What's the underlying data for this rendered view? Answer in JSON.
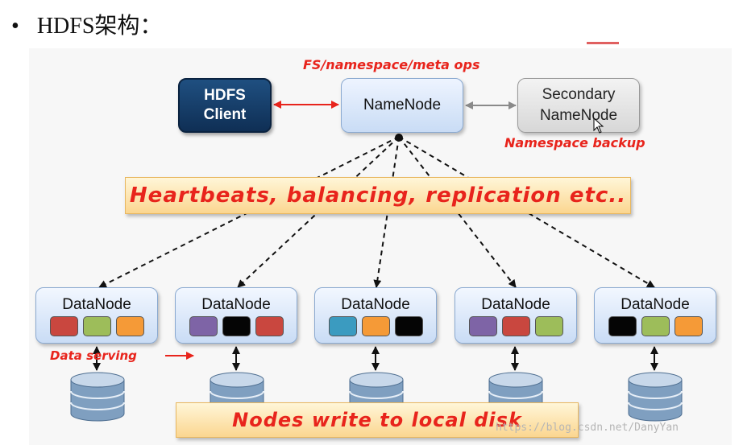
{
  "heading": {
    "bullet": "•",
    "title": "HDFS架构："
  },
  "nodes": {
    "client": [
      "HDFS",
      "Client"
    ],
    "namenode": "NameNode",
    "secondary": [
      "Secondary",
      "NameNode"
    ]
  },
  "annotations": {
    "fs_ops": "FS/namespace/meta ops",
    "namespace_backup": "Namespace backup",
    "data_serving": "Data serving"
  },
  "banners": {
    "heartbeats": "Heartbeats, balancing, replication etc..",
    "write": "Nodes write to local disk"
  },
  "datanodes": [
    {
      "label": "DataNode",
      "blocks": [
        "#c9473f",
        "#9dbd5a",
        "#f59a37"
      ]
    },
    {
      "label": "DataNode",
      "blocks": [
        "#7e64a6",
        "#050505",
        "#c9473f"
      ]
    },
    {
      "label": "DataNode",
      "blocks": [
        "#3b9bc0",
        "#f59a37",
        "#050505"
      ]
    },
    {
      "label": "DataNode",
      "blocks": [
        "#7e64a6",
        "#c9473f",
        "#9dbd5a"
      ]
    },
    {
      "label": "DataNode",
      "blocks": [
        "#050505",
        "#9dbd5a",
        "#f59a37"
      ]
    }
  ],
  "watermark": "https://blog.csdn.net/DanyYan",
  "colors": {
    "accent_red": "#e8241c",
    "client_blue": "#163f6b",
    "node_blue": "#c9dcf5",
    "banner_orange": "#fbd690"
  }
}
